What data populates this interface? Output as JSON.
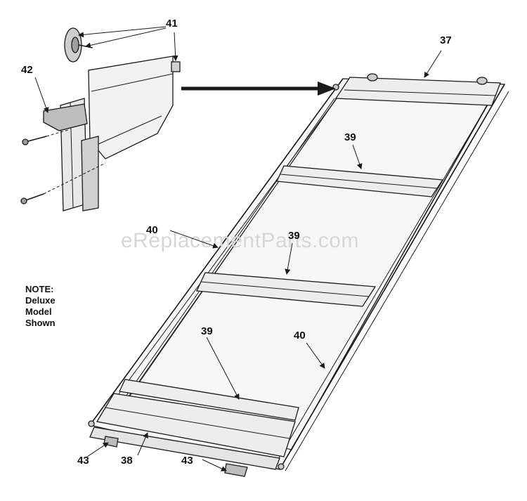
{
  "watermark": "eReplacementParts.com",
  "note": {
    "line1": "NOTE:",
    "line2": "Deluxe",
    "line3": "Model",
    "line4": "Shown"
  },
  "callouts": {
    "c37": "37",
    "c38": "38",
    "c39a": "39",
    "c39b": "39",
    "c39c": "39",
    "c40a": "40",
    "c40b": "40",
    "c41": "41",
    "c42": "42",
    "c43a": "43",
    "c43b": "43"
  },
  "colors": {
    "line": "#1a1a1a",
    "panel": "#f2f2f2",
    "shade": "#bdbdbd",
    "watermark": "#d6d6d6"
  }
}
